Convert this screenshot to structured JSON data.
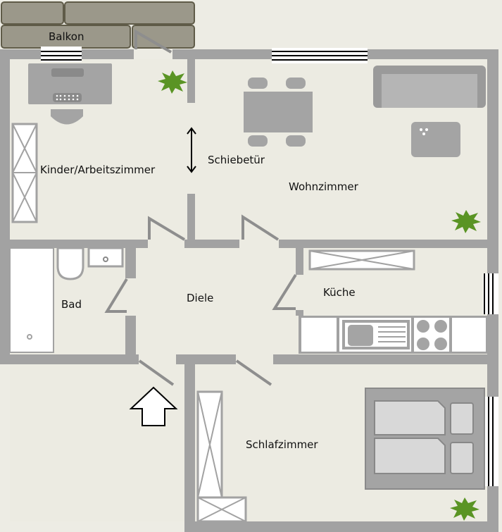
{
  "title": "Grundriss",
  "rooms": {
    "balkon": "Balkon",
    "kinder": "Kinder/Arbeitszimmer",
    "schiebetuer": "Schiebetür",
    "wohnzimmer": "Wohnzimmer",
    "bad": "Bad",
    "diele": "Diele",
    "kueche": "Küche",
    "schlafzimmer": "Schlafzimmer"
  },
  "colors": {
    "floor": "#EDECE4",
    "wall": "#A2A2A2",
    "balcony": "#9B988A",
    "plant": "#5A9424"
  }
}
